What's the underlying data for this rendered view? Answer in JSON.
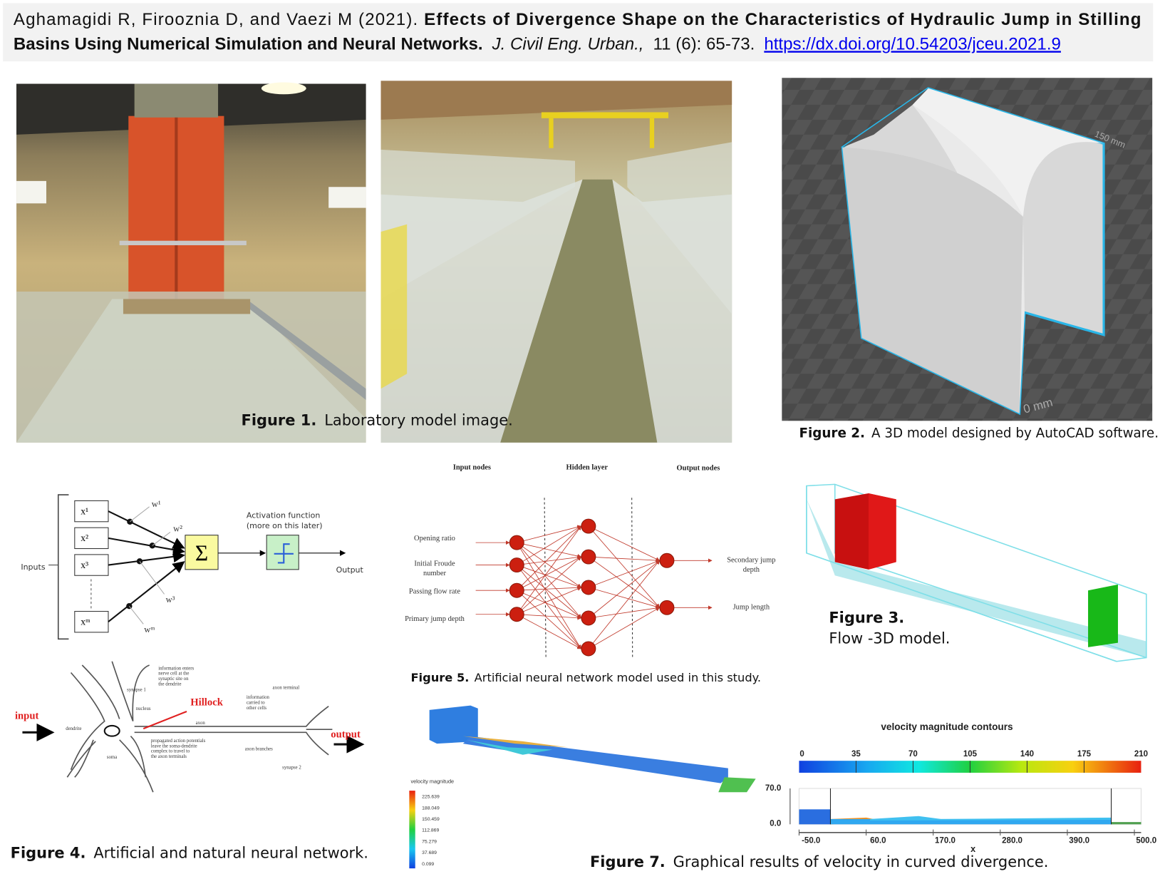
{
  "citation": {
    "authors": "Aghamagidi R, Firooznia D, and Vaezi M (2021).",
    "title_line1": "Effects of Divergence Shape on the Characteristics of Hydraulic Jump in Stilling",
    "title_line2": "Basins Using Numerical Simulation and Neural Networks.",
    "journal": "J. Civil Eng. Urban.,",
    "volume_pages": "11 (6): 65-73.",
    "doi_link": "https://dx.doi.org/10.54203/jceu.2021.9",
    "link_color": "#0000ee"
  },
  "figure1": {
    "label": "Figure 1.",
    "caption": "Laboratory model image."
  },
  "figure2": {
    "label": "Figure 2.",
    "caption": "A 3D model designed by AutoCAD software.",
    "dim_top": "150 mm",
    "dim_bottom": "0 mm",
    "outline_color": "#29b6e8"
  },
  "figure3": {
    "label": "Figure 3.",
    "caption": "Flow -3D model."
  },
  "figure4": {
    "label": "Figure 4.",
    "caption": "Artificial and natural neural network.",
    "inputs_label": "Inputs",
    "output_label": "Output",
    "activation_line1": "Activation function",
    "activation_line2": "(more on this later)",
    "sum_symbol": "Σ",
    "inputs": [
      "x¹",
      "x²",
      "x³",
      "xᵐ"
    ],
    "weights": [
      "w¹",
      "w²",
      "w³",
      "wᵐ"
    ],
    "neuron": {
      "input": "input",
      "output": "output",
      "hillock": "Hillock",
      "labels": {
        "info_enters": [
          "information enters",
          "nerve cell at the",
          "synaptic site on",
          "the dendrite"
        ],
        "synapse1": "synapse 1",
        "nucleus": "nucleus",
        "dendrite": "dendrite",
        "soma": "soma",
        "axon": "axon",
        "axon_terminal": "axon terminal",
        "info_carried": [
          "information",
          "carried to",
          "other cells"
        ],
        "propagated": [
          "propagated action potentials",
          "leave the soma-dendrite",
          "complex to travel to",
          "the axon terminals"
        ],
        "axon_branches": "axon branches",
        "synapse2": "synapse 2"
      }
    }
  },
  "figure5": {
    "label": "Figure 5.",
    "caption": "Artificial neural network model used in this study.",
    "headers": [
      "Input nodes",
      "Hidden layer",
      "Output nodes"
    ],
    "inputs": [
      [
        "Opening ratio"
      ],
      [
        "Initial Froude",
        "number"
      ],
      [
        "Passing flow rate"
      ],
      [
        "Primary jump depth"
      ]
    ],
    "outputs": [
      [
        "Secondary jump",
        "depth"
      ],
      [
        "Jump length"
      ]
    ],
    "hidden_count": 5,
    "node_color": "#cc1f10"
  },
  "figure7": {
    "label": "Figure 7.",
    "caption": "Graphical results of velocity in curved divergence.",
    "legend_title": "velocity magnitude",
    "legend_ticks": [
      "225.639",
      "188.049",
      "150.459",
      "112.869",
      "75.279",
      "37.689",
      "0.099"
    ],
    "contour_title": "velocity magnitude contours",
    "colorbar_ticks": [
      "0",
      "35",
      "70",
      "105",
      "140",
      "175",
      "210"
    ],
    "y_ticks": [
      "70.0",
      "0.0"
    ],
    "x_ticks": [
      "-50.0",
      "60.0",
      "170.0",
      "280.0",
      "390.0",
      "500.0"
    ],
    "x_label": "x"
  }
}
